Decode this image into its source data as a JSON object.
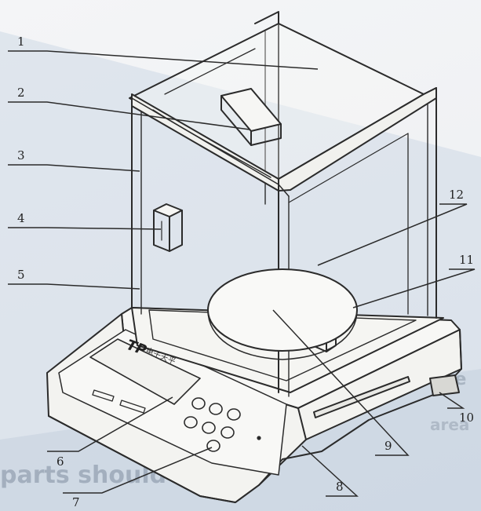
{
  "brand": {
    "logo_text": "TP",
    "subtitle": "电子天平"
  },
  "labels": [
    {
      "id": "1",
      "text": "1"
    },
    {
      "id": "2",
      "text": "2"
    },
    {
      "id": "3",
      "text": "3"
    },
    {
      "id": "4",
      "text": "4"
    },
    {
      "id": "5",
      "text": "5"
    },
    {
      "id": "6",
      "text": "6"
    },
    {
      "id": "7",
      "text": "7"
    },
    {
      "id": "8",
      "text": "8"
    },
    {
      "id": "9",
      "text": "9"
    },
    {
      "id": "10",
      "text": "10"
    },
    {
      "id": "11",
      "text": "11"
    },
    {
      "id": "12",
      "text": "12"
    }
  ],
  "background_text": {
    "line1": "to the",
    "line2": "parts should be",
    "line3": "area"
  },
  "colors": {
    "ink": "#2b2b2b",
    "paper": "#f4f5f7",
    "shade": "#cdd8e6"
  }
}
